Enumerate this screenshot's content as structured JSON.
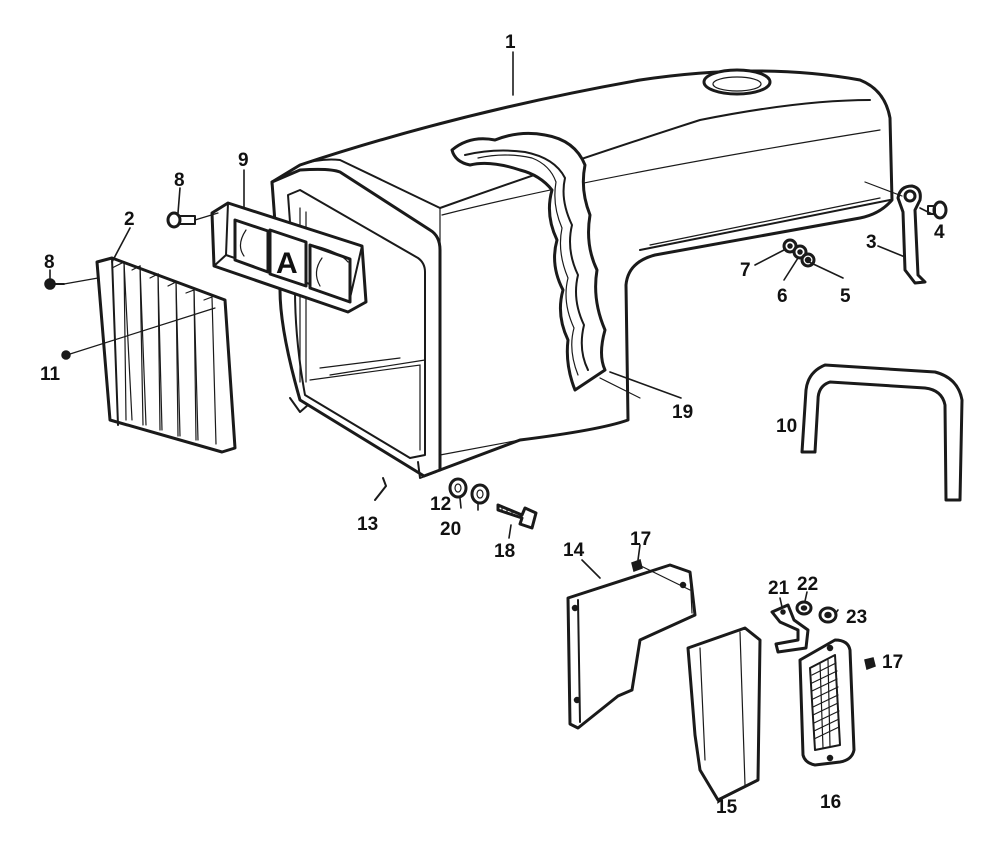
{
  "emblem_letter": "A",
  "callouts": [
    {
      "id": "1",
      "label": "1"
    },
    {
      "id": "2",
      "label": "2"
    },
    {
      "id": "3",
      "label": "3"
    },
    {
      "id": "4",
      "label": "4"
    },
    {
      "id": "5",
      "label": "5"
    },
    {
      "id": "6",
      "label": "6"
    },
    {
      "id": "7",
      "label": "7"
    },
    {
      "id": "8a",
      "label": "8"
    },
    {
      "id": "8b",
      "label": "8"
    },
    {
      "id": "9",
      "label": "9"
    },
    {
      "id": "10",
      "label": "10"
    },
    {
      "id": "11",
      "label": "11"
    },
    {
      "id": "12",
      "label": "12"
    },
    {
      "id": "13",
      "label": "13"
    },
    {
      "id": "14",
      "label": "14"
    },
    {
      "id": "15",
      "label": "15"
    },
    {
      "id": "16",
      "label": "16"
    },
    {
      "id": "17a",
      "label": "17"
    },
    {
      "id": "17b",
      "label": "17"
    },
    {
      "id": "18",
      "label": "18"
    },
    {
      "id": "19",
      "label": "19"
    },
    {
      "id": "20",
      "label": "20"
    },
    {
      "id": "21",
      "label": "21"
    },
    {
      "id": "22",
      "label": "22"
    },
    {
      "id": "23",
      "label": "23"
    }
  ]
}
